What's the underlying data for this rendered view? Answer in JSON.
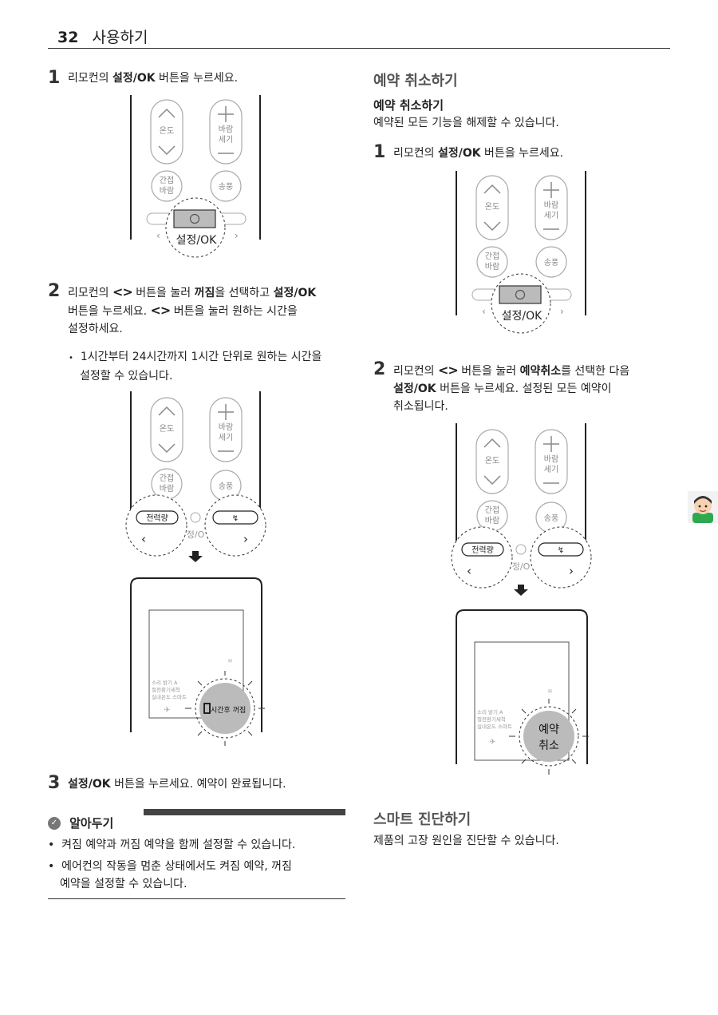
{
  "header": {
    "page_number": "32",
    "title": "사용하기"
  },
  "left": {
    "step1": {
      "num": "1",
      "pre": "리모컨의 ",
      "bold": "설정/OK",
      "post": " 버튼을 누르세요."
    },
    "step2": {
      "num": "2",
      "l1_pre": "리모컨의 ",
      "arrows": "<>",
      "l1_mid": " 버튼을 눌러 ",
      "l1_bold1": "꺼짐",
      "l1_mid2": "을 선택하고 ",
      "l1_bold2": "설정/OK",
      "l2_pre": "버튼을 누르세요. ",
      "l2_post": " 버튼을 눌러 원하는 시간을",
      "l3": "설정하세요.",
      "bullet_l1": "1시간부터 24시간까지 1시간 단위로 원하는 시간을",
      "bullet_l2": "설정할 수 있습니다."
    },
    "step3": {
      "num": "3",
      "bold": "설정/OK",
      "post": " 버튼을 누르세요. 예약이 완료됩니다."
    },
    "note": {
      "title": "알아두기",
      "items": [
        "켜짐 예약과 꺼짐 예약을 함께 설정할 수 있습니다.",
        "에어컨의 작동을 멈춘 상태에서도 켜짐 예약, 꺼짐",
        "예약을 설정할 수 있습니다."
      ]
    }
  },
  "right": {
    "section1_title": "예약 취소하기",
    "sub_title": "예약 취소하기",
    "sub_desc": "예약된 모든 기능을 해제할 수 있습니다.",
    "step1": {
      "num": "1",
      "pre": "리모컨의 ",
      "bold": "설정/OK",
      "post": " 버튼을 누르세요."
    },
    "step2": {
      "num": "2",
      "l1_pre": "리모컨의 ",
      "arrows": "<>",
      "l1_mid": " 버튼을 눌러 ",
      "l1_bold": "예약취소",
      "l1_post": "를 선택한 다음",
      "l2_bold": "설정/OK",
      "l2_post": " 버튼을 누르세요. 설정된 모든 예약이",
      "l3": "취소됩니다."
    },
    "section2_title": "스마트 진단하기",
    "section2_desc": "제품의 고장 원인을 진단할 수 있습니다."
  },
  "remote": {
    "temp": "온도",
    "wind1": "바람",
    "wind2": "세기",
    "interval1": "간접",
    "interval2": "바람",
    "fan": "송풍",
    "power": "전력량",
    "ok_label": "설정/OK",
    "ok_partial": "정/O",
    "lcd_row1": "소리  밝기  A",
    "lcd_row2": "절전환기세척",
    "lcd_row3": "실내온도 스마트",
    "timer_text": "시간후 꺼짐",
    "cancel1": "예약",
    "cancel2": "취소"
  },
  "colors": {
    "accent": "#444444",
    "gray_circle": "#b9b9b9",
    "mascot_green": "#2fa84f"
  }
}
